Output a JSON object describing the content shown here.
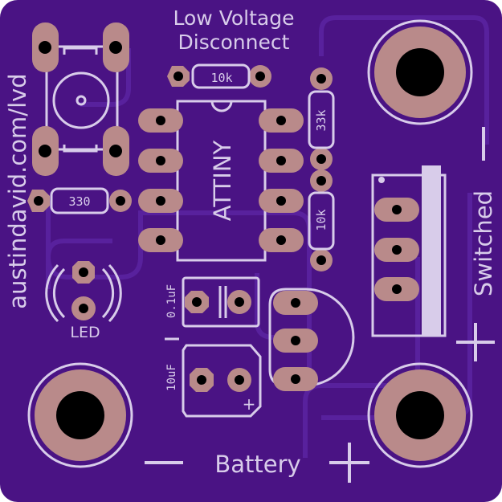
{
  "colors": {
    "board": "#4a1384",
    "board_edge": "#3a0c6c",
    "trace": "#5a23a0",
    "silk": "#d8ccea",
    "pad": "#b98a8a",
    "hole": "#000000"
  },
  "title": {
    "line1": "Low Voltage",
    "line2": "Disconnect"
  },
  "url_text": "austindavid.com/lvd",
  "labels": {
    "r_top": "10k",
    "r_left": "330",
    "r_right_top": "33k",
    "r_right_bottom": "10k",
    "chip": "ATTINY",
    "led": "LED",
    "cap_small": "0.1uF",
    "cap_large": "10uF",
    "plus_small": "+",
    "battery": "Battery",
    "switched": "Switched"
  },
  "icons": {
    "mounting_hole": "mounting-hole-icon",
    "pushbutton": "pushbutton-icon",
    "plus": "plus-icon",
    "minus": "minus-icon"
  }
}
